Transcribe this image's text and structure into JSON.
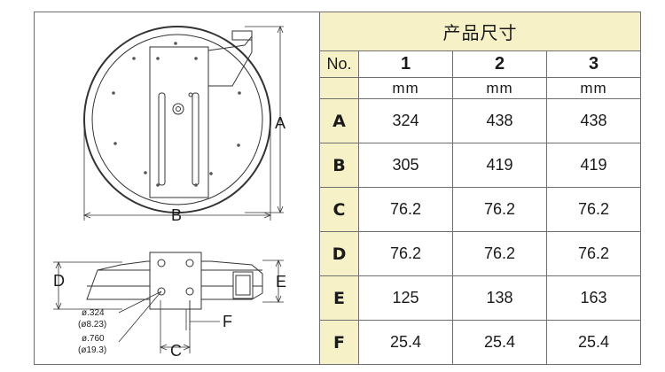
{
  "table": {
    "title": "产品尺寸",
    "no_label": "No.",
    "models": [
      "1",
      "2",
      "3"
    ],
    "units": [
      "mm",
      "mm",
      "mm"
    ],
    "rows": [
      {
        "key": "A",
        "values": [
          "324",
          "438",
          "438"
        ]
      },
      {
        "key": "B",
        "values": [
          "305",
          "419",
          "419"
        ]
      },
      {
        "key": "C",
        "values": [
          "76.2",
          "76.2",
          "76.2"
        ]
      },
      {
        "key": "D",
        "values": [
          "76.2",
          "76.2",
          "76.2"
        ]
      },
      {
        "key": "E",
        "values": [
          "125",
          "138",
          "163"
        ]
      },
      {
        "key": "F",
        "values": [
          "25.4",
          "25.4",
          "25.4"
        ]
      }
    ]
  },
  "drawing": {
    "label_a": "A",
    "label_b": "B",
    "label_c": "C",
    "label_d": "D",
    "label_e": "E",
    "label_f": "F",
    "hole1_in": "ø.324",
    "hole1_mm": "(ø8.23)",
    "hole2_in": "ø.760",
    "hole2_mm": "(ø19.3)"
  }
}
